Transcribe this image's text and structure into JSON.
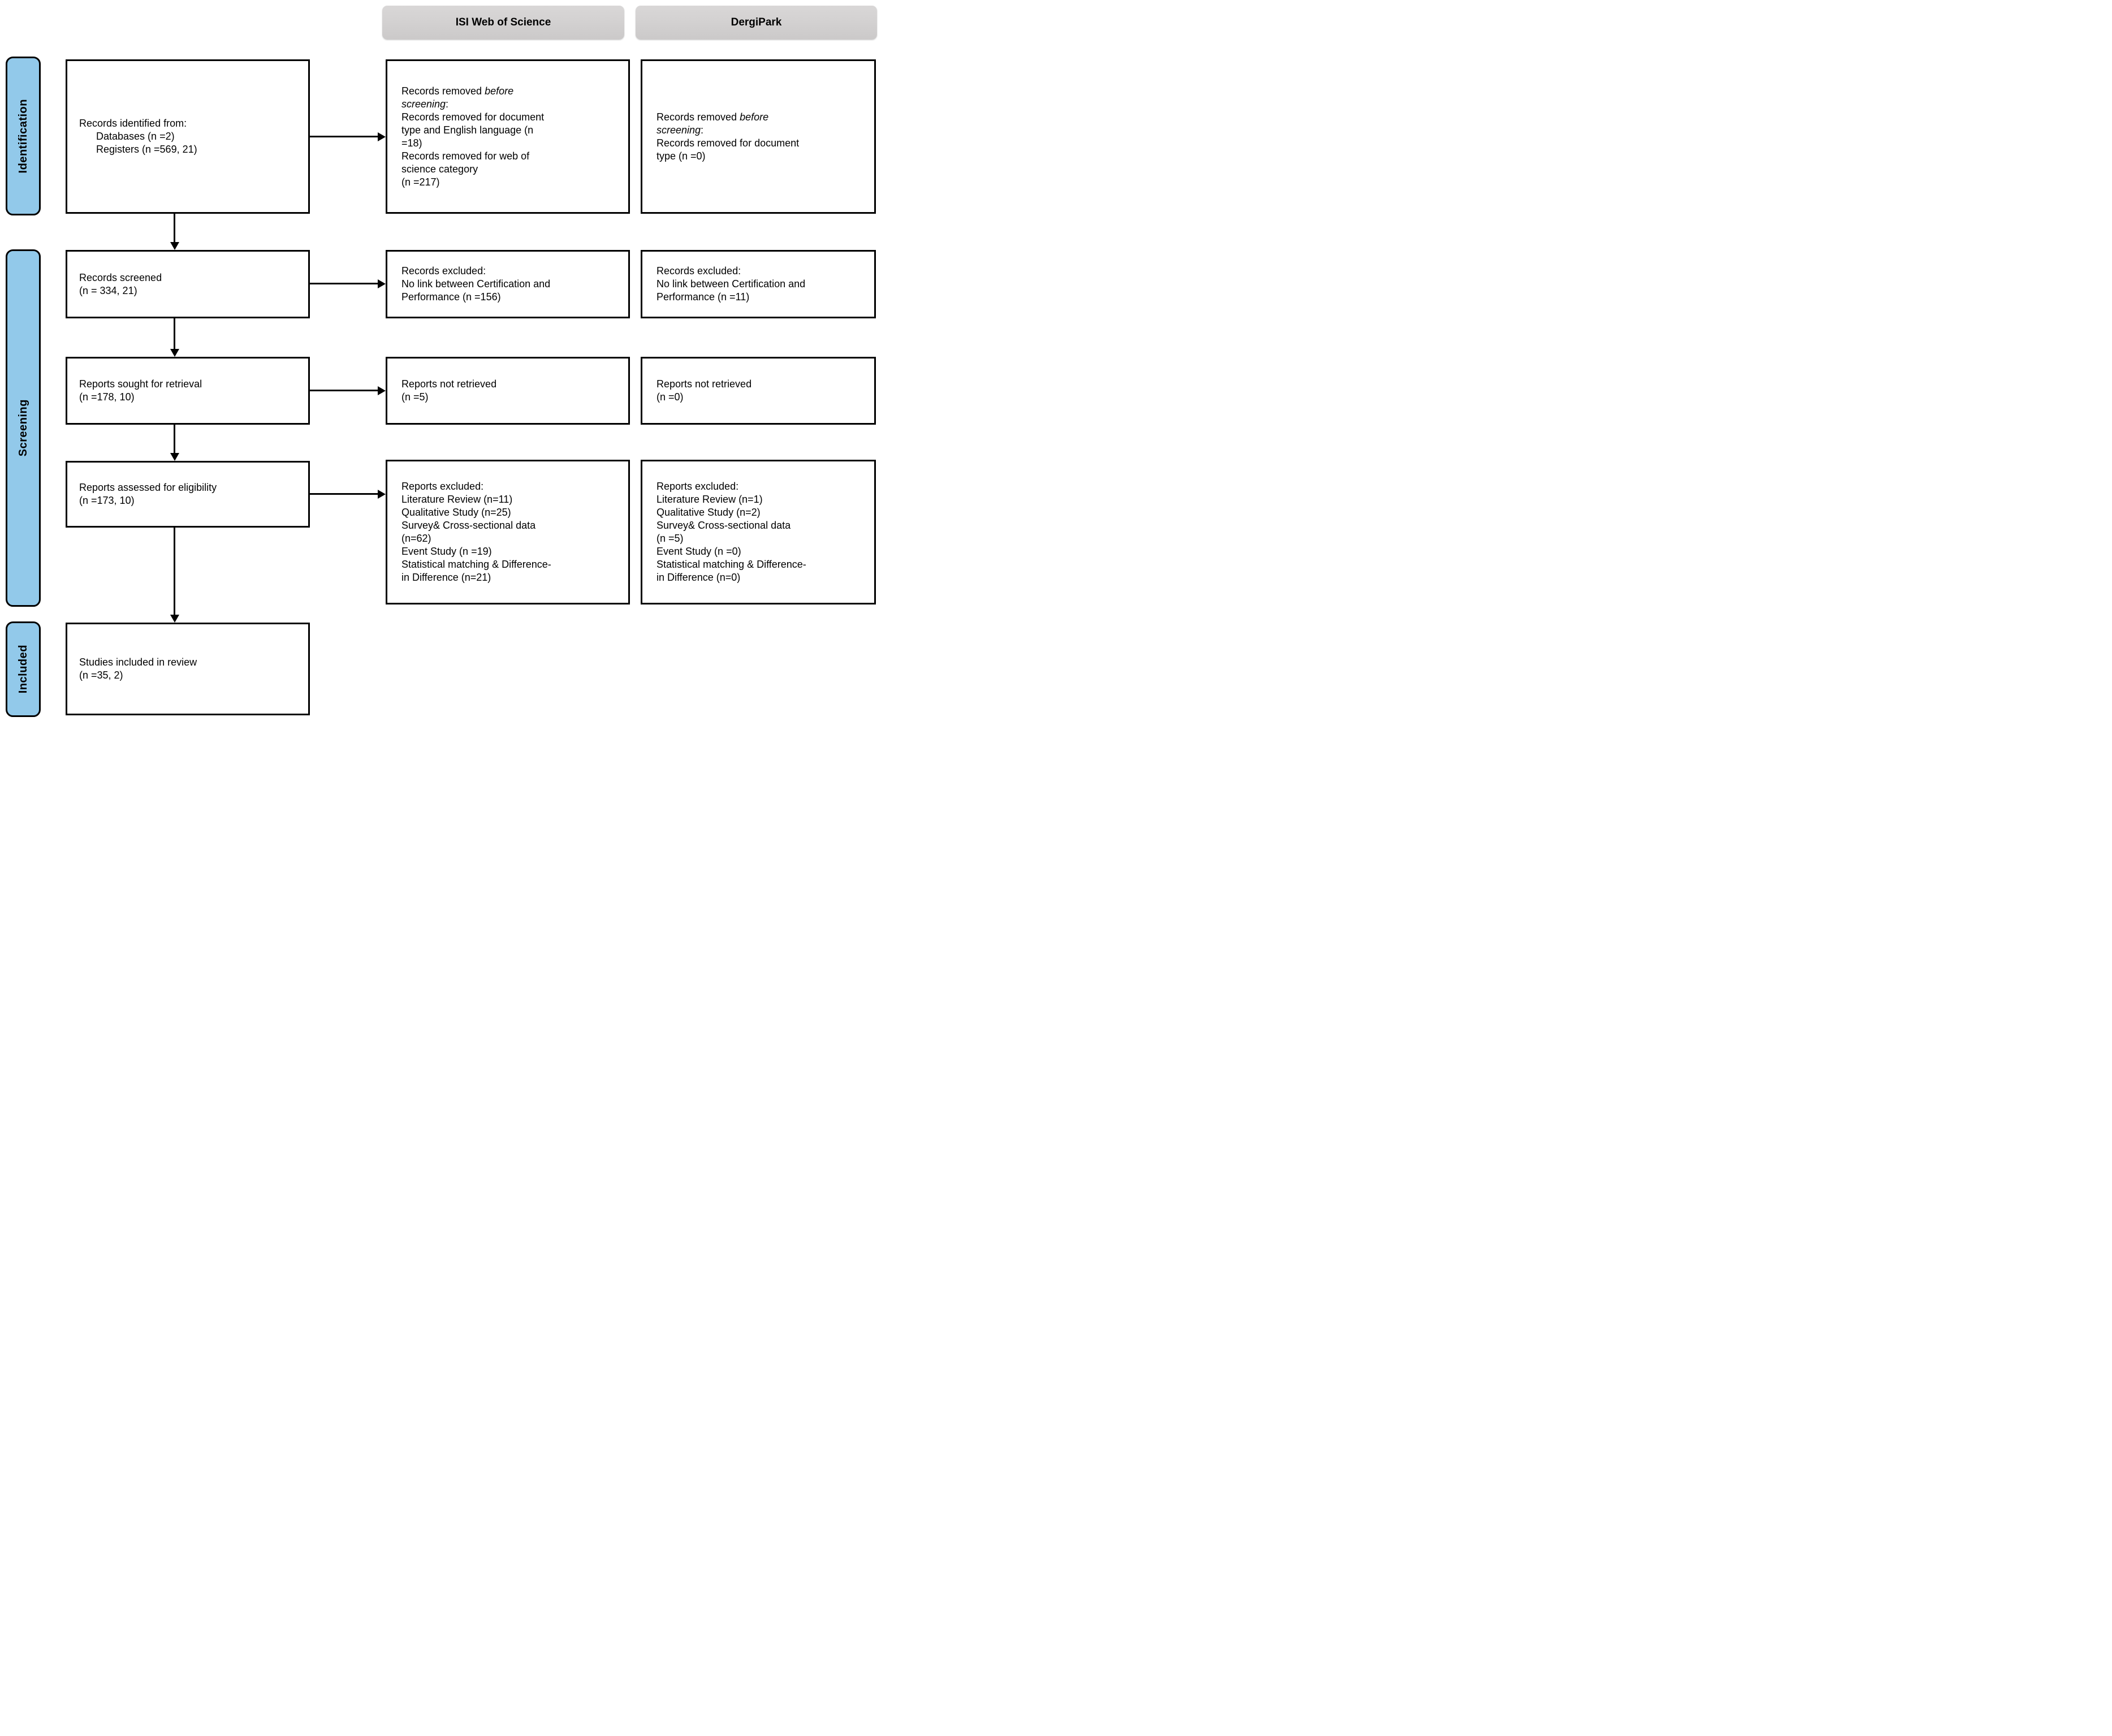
{
  "figure": {
    "type": "prisma-flow-diagram",
    "colors": {
      "stage_fill": "#92C9EA",
      "header_fill": "#D3D1D1",
      "border": "#000000",
      "background": "#FFFFFF"
    },
    "column_headers": {
      "isi": "ISI Web of Science",
      "dergipark": "DergiPark"
    },
    "stages": {
      "identification": "Identification",
      "screening": "Screening",
      "included": "Included"
    },
    "boxes": {
      "records_identified": {
        "lines": [
          [
            {
              "t": "Records identified from:"
            }
          ],
          [
            {
              "t": "      Databases (n =2)"
            }
          ],
          [
            {
              "t": "      Registers (n =569, 21)"
            }
          ]
        ]
      },
      "isi_removed_before_screening": {
        "lines": [
          [
            {
              "t": "Records removed "
            },
            {
              "t": "before",
              "i": true
            }
          ],
          [
            {
              "t": "screening",
              "i": true
            },
            {
              "t": ":"
            }
          ],
          [
            {
              "t": "Records removed for document"
            }
          ],
          [
            {
              "t": "type and English language (n"
            }
          ],
          [
            {
              "t": "=18)"
            }
          ],
          [
            {
              "t": "Records removed for web of"
            }
          ],
          [
            {
              "t": "science category"
            }
          ],
          [
            {
              "t": "(n =217)"
            }
          ]
        ]
      },
      "dergipark_removed_before_screening": {
        "lines": [
          [
            {
              "t": "Records removed "
            },
            {
              "t": "before",
              "i": true
            }
          ],
          [
            {
              "t": "screening",
              "i": true
            },
            {
              "t": ":"
            }
          ],
          [
            {
              "t": "Records removed for document"
            }
          ],
          [
            {
              "t": "type (n =0)"
            }
          ]
        ]
      },
      "records_screened": {
        "lines": [
          [
            {
              "t": "Records screened"
            }
          ],
          [
            {
              "t": "(n = 334, 21)"
            }
          ]
        ]
      },
      "isi_records_excluded": {
        "lines": [
          [
            {
              "t": "Records excluded:"
            }
          ],
          [
            {
              "t": "No link between Certification and"
            }
          ],
          [
            {
              "t": "Performance (n =156)"
            }
          ]
        ]
      },
      "dergipark_records_excluded": {
        "lines": [
          [
            {
              "t": "Records excluded:"
            }
          ],
          [
            {
              "t": "No link between Certification and"
            }
          ],
          [
            {
              "t": "Performance (n =11)"
            }
          ]
        ]
      },
      "reports_sought": {
        "lines": [
          [
            {
              "t": "Reports sought for retrieval"
            }
          ],
          [
            {
              "t": "(n =178, 10)"
            }
          ]
        ]
      },
      "isi_reports_not_retrieved": {
        "lines": [
          [
            {
              "t": "Reports not retrieved"
            }
          ],
          [
            {
              "t": "(n =5)"
            }
          ]
        ]
      },
      "dergipark_reports_not_retrieved": {
        "lines": [
          [
            {
              "t": "Reports not retrieved"
            }
          ],
          [
            {
              "t": "(n =0)"
            }
          ]
        ]
      },
      "reports_assessed": {
        "lines": [
          [
            {
              "t": "Reports assessed for eligibility"
            }
          ],
          [
            {
              "t": "(n =173, 10)"
            }
          ]
        ]
      },
      "isi_reports_excluded": {
        "lines": [
          [
            {
              "t": "Reports excluded:"
            }
          ],
          [
            {
              "t": "Literature Review (n=11)"
            }
          ],
          [
            {
              "t": "Qualitative Study (n=25)"
            }
          ],
          [
            {
              "t": "Survey& Cross-sectional data"
            }
          ],
          [
            {
              "t": "(n=62)"
            }
          ],
          [
            {
              "t": "Event Study (n =19)"
            }
          ],
          [
            {
              "t": "Statistical matching & Difference-"
            }
          ],
          [
            {
              "t": "in Difference (n=21)"
            }
          ]
        ]
      },
      "dergipark_reports_excluded": {
        "lines": [
          [
            {
              "t": "Reports excluded:"
            }
          ],
          [
            {
              "t": "Literature Review (n=1)"
            }
          ],
          [
            {
              "t": "Qualitative Study (n=2)"
            }
          ],
          [
            {
              "t": "Survey& Cross-sectional data"
            }
          ],
          [
            {
              "t": "(n =5)"
            }
          ],
          [
            {
              "t": "Event Study (n =0)"
            }
          ],
          [
            {
              "t": "Statistical matching & Difference-"
            }
          ],
          [
            {
              "t": "in Difference (n=0)"
            }
          ]
        ]
      },
      "studies_included": {
        "lines": [
          [
            {
              "t": "Studies included in review"
            }
          ],
          [
            {
              "t": "(n =35, 2)"
            }
          ]
        ]
      }
    }
  }
}
